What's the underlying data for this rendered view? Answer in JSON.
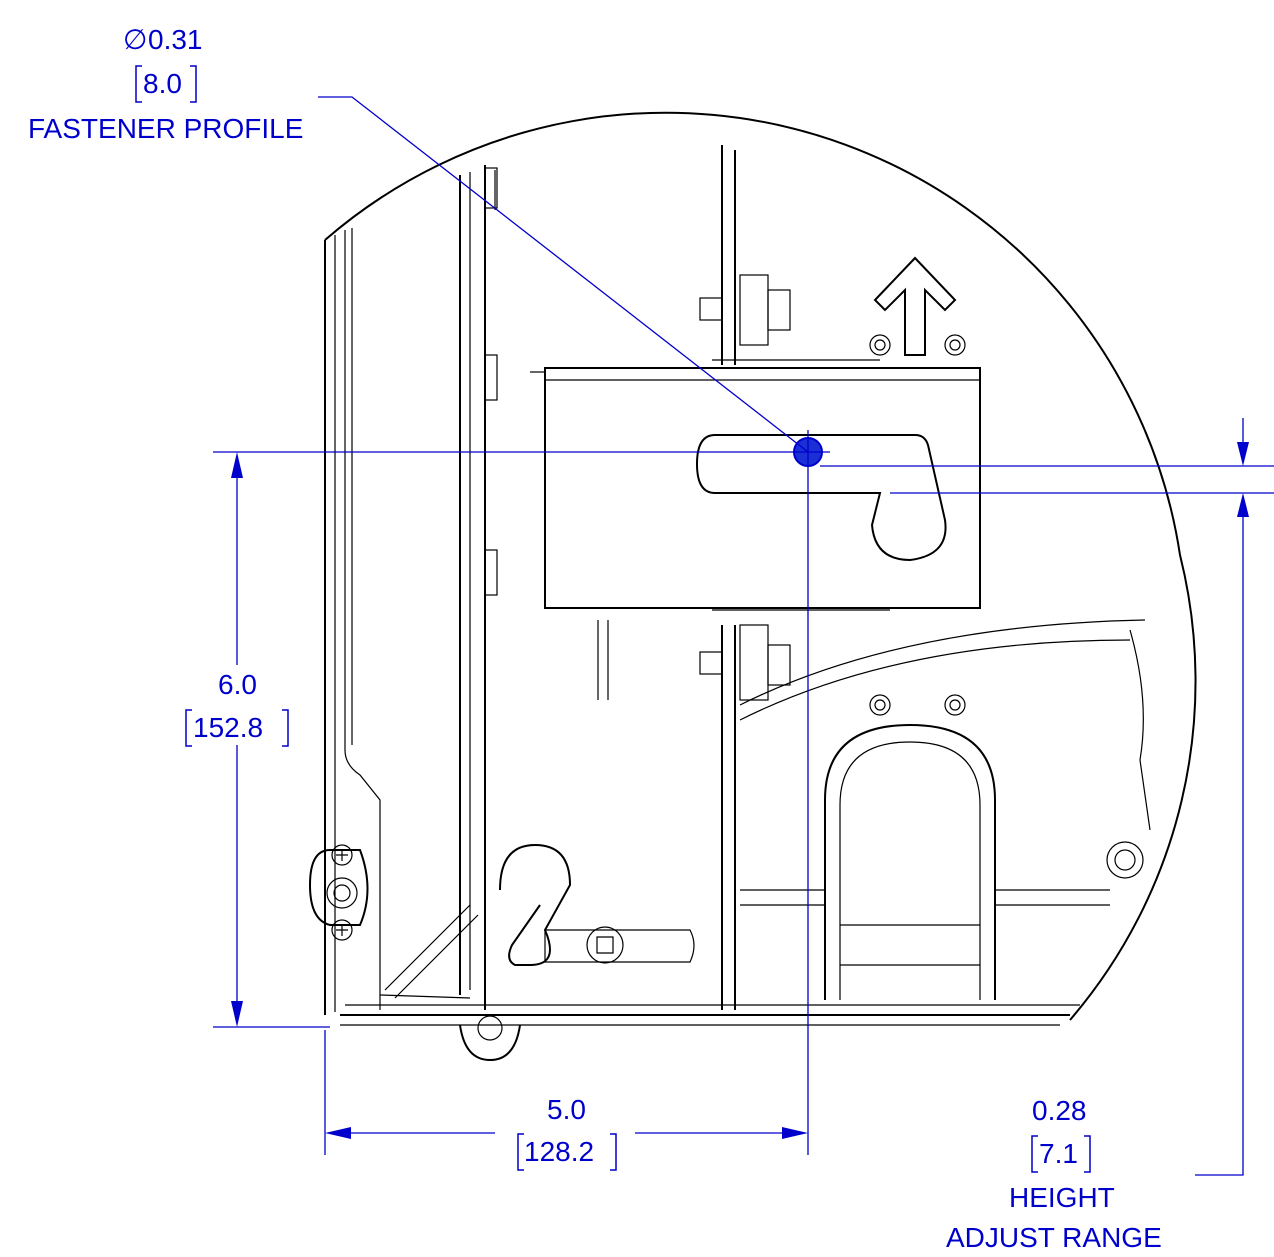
{
  "fastener": {
    "diameter_in": "0.31",
    "diameter_mm": "8.0",
    "label": "FASTENER PROFILE",
    "diameter_symbol": "∅"
  },
  "vertical_dim": {
    "value_in": "6.0",
    "value_mm": "152.8"
  },
  "horizontal_dim": {
    "value_in": "5.0",
    "value_mm": "128.2"
  },
  "height_adjust": {
    "value_in": "0.28",
    "value_mm": "7.1",
    "label_line1": "HEIGHT",
    "label_line2": "ADJUST RANGE"
  },
  "colors": {
    "dimension": "#0000cc",
    "fastener_fill": "#1a2fd6",
    "part_lines": "#000000"
  }
}
